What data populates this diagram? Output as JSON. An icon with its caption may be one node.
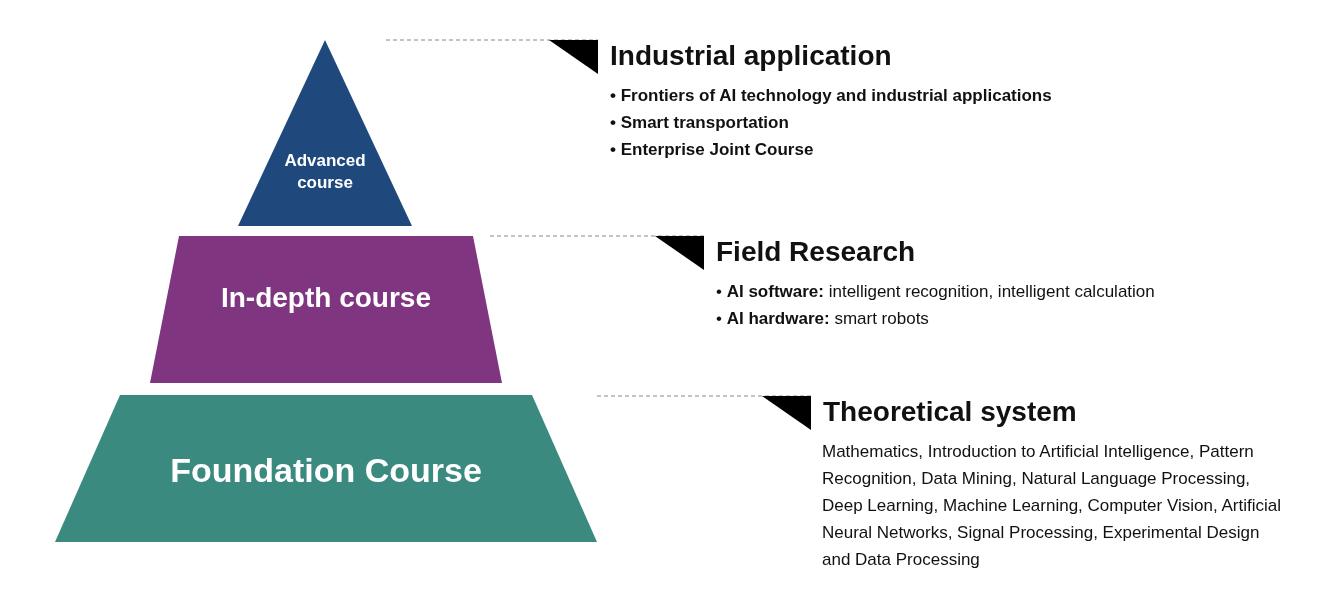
{
  "diagram": {
    "nodes": [
      {
        "text": [
          "Advanced course"
        ]
      },
      {
        "text": [
          "In-depth course"
        ]
      },
      {
        "text": [
          "Foundation Course"
        ]
      },
      {
        "text": [
          "Industrial application",
          "• Frontiers of AI technology and industrial applications",
          "• Smart transportation",
          "• Enterprise Joint Course"
        ]
      },
      {
        "text": [
          "Field Research",
          "• **AI software:** intelligent recognition, intelligent calculation",
          "• **AI hardware:** smart robots"
        ]
      },
      {
        "text": [
          "Theoretical system",
          "Mathematics, Introduction to Artificial Intelligence, Pattern Recognition, Data Mining, Natural Language Processing, Deep Learning, Machine Learning, Computer Vision, Artificial Neural Networks, Signal Processing, Experimental Design and Data Processing"
        ]
      }
    ],
    "edges": [
      {
        "from": 0,
        "to": 3,
        "arrow": "other",
        "style": "dashed"
      },
      {
        "from": 1,
        "to": 4,
        "arrow": "other",
        "style": "dashed"
      },
      {
        "from": 2,
        "to": 5,
        "arrow": "other",
        "style": "dashed"
      }
    ]
  }
}
